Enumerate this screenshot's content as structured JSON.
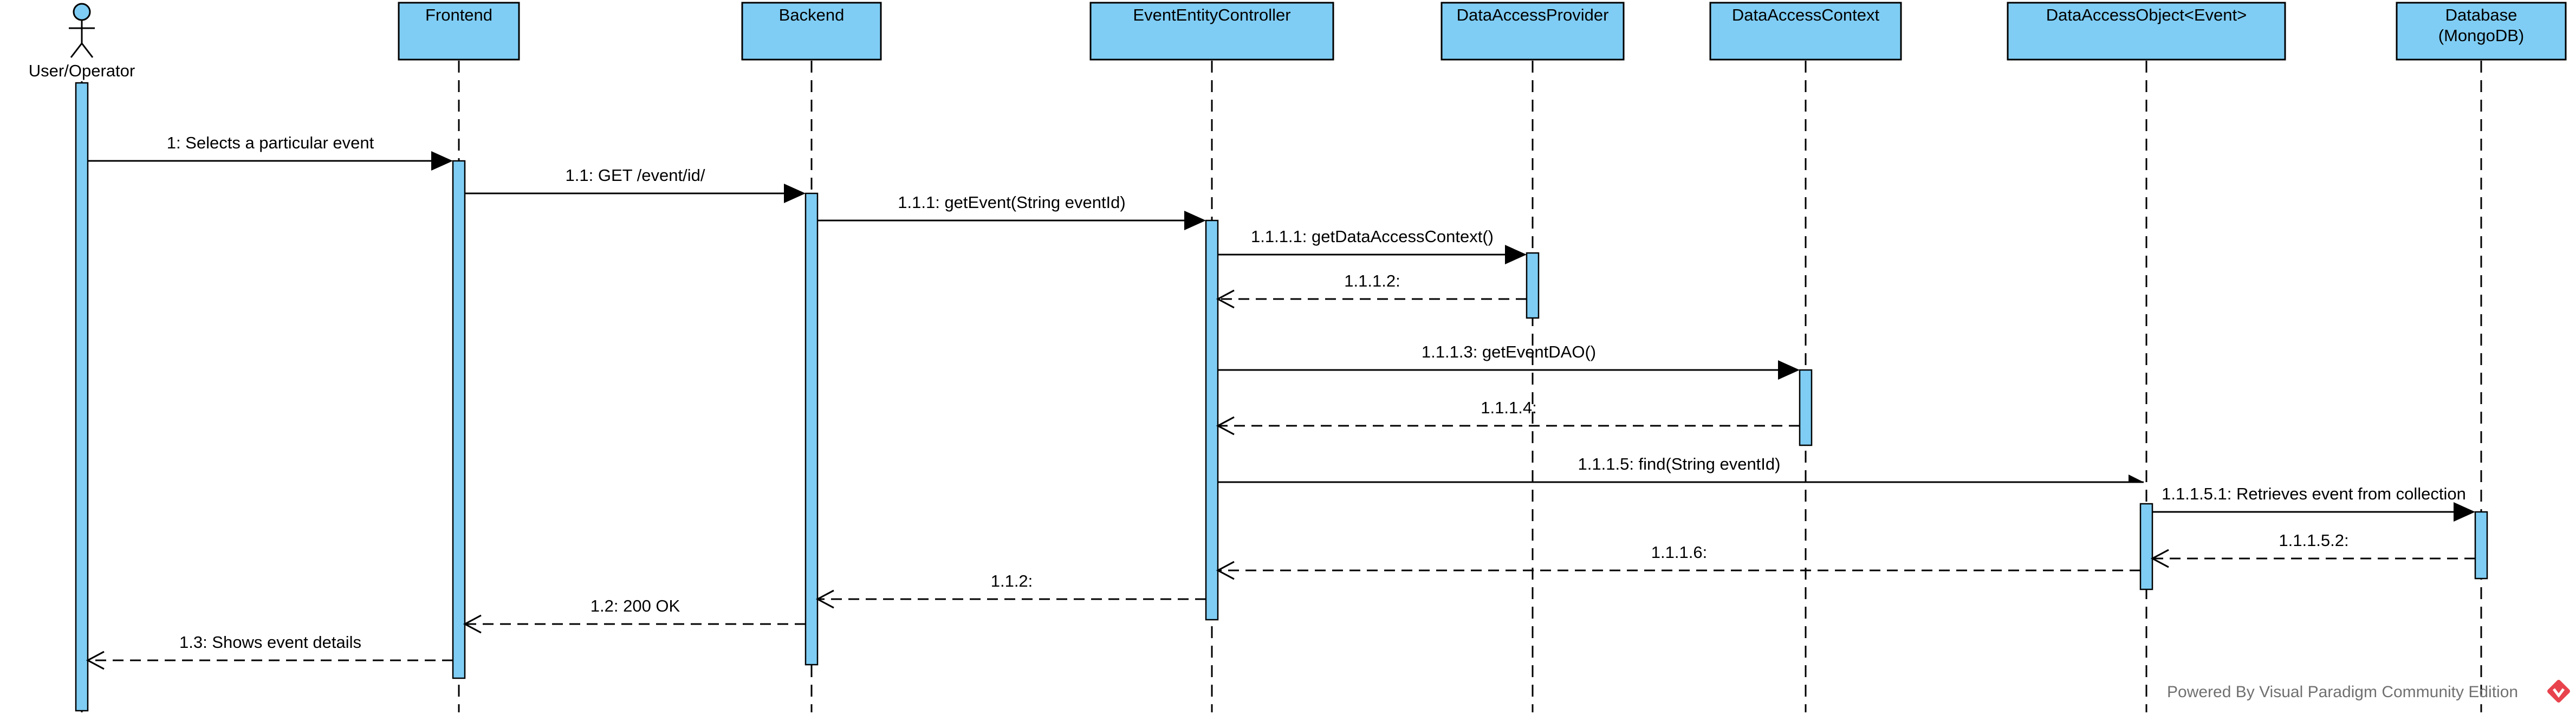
{
  "participants": [
    {
      "name": "User/Operator",
      "kind": "actor"
    },
    {
      "name": "Frontend",
      "kind": "object"
    },
    {
      "name": "Backend",
      "kind": "object"
    },
    {
      "name": "EventEntityController",
      "kind": "object"
    },
    {
      "name": "DataAccessProvider",
      "kind": "object"
    },
    {
      "name": "DataAccessContext",
      "kind": "object"
    },
    {
      "name": "DataAccessObject<Event>",
      "kind": "object"
    },
    {
      "name": "Database\n(MongoDB)",
      "kind": "object"
    }
  ],
  "messages": [
    {
      "label": "1: Selects a particular event",
      "from": 0,
      "to": 1,
      "type": "sync"
    },
    {
      "label": "1.1: GET /event/id/",
      "from": 1,
      "to": 2,
      "type": "sync"
    },
    {
      "label": "1.1.1: getEvent(String eventId)",
      "from": 2,
      "to": 3,
      "type": "sync"
    },
    {
      "label": "1.1.1.1: getDataAccessContext()",
      "from": 3,
      "to": 4,
      "type": "sync"
    },
    {
      "label": "1.1.1.2:",
      "from": 4,
      "to": 3,
      "type": "return"
    },
    {
      "label": "1.1.1.3: getEventDAO()",
      "from": 3,
      "to": 5,
      "type": "sync"
    },
    {
      "label": "1.1.1.4:",
      "from": 5,
      "to": 3,
      "type": "return"
    },
    {
      "label": "1.1.1.5: find(String eventId)",
      "from": 3,
      "to": 6,
      "type": "create"
    },
    {
      "label": "1.1.1.5.1: Retrieves event from collection",
      "from": 6,
      "to": 7,
      "type": "sync"
    },
    {
      "label": "1.1.1.5.2:",
      "from": 7,
      "to": 6,
      "type": "return"
    },
    {
      "label": "1.1.1.6:",
      "from": 6,
      "to": 3,
      "type": "return"
    },
    {
      "label": "1.1.2:",
      "from": 3,
      "to": 2,
      "type": "return"
    },
    {
      "label": "1.2: 200 OK",
      "from": 2,
      "to": 1,
      "type": "return"
    },
    {
      "label": "1.3: Shows event details",
      "from": 1,
      "to": 0,
      "type": "return"
    }
  ],
  "watermark": "Powered By Visual Paradigm Community Edition",
  "colors": {
    "participant_fill": "#7fcdf4",
    "activation_fill": "#7fcdf4",
    "line": "#000000",
    "watermark_text": "#707070",
    "watermark_logo": "#e8434d"
  },
  "icons": {
    "watermark_logo": "visual-paradigm-logo-icon",
    "actor": "stick-figure-icon"
  }
}
